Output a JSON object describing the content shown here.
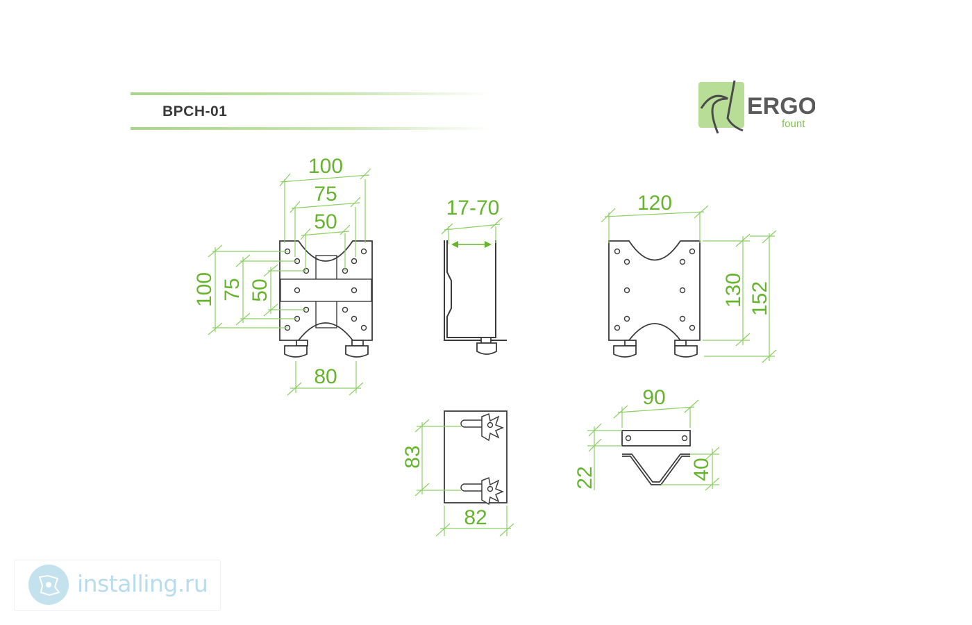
{
  "header": {
    "model_name": "BPCH-01"
  },
  "logo": {
    "brand": "ERGO",
    "sub": "fount"
  },
  "dimensions": {
    "front_width_outer": "100",
    "front_width_middle": "75",
    "front_width_inner": "50",
    "front_height_outer": "100",
    "front_height_middle": "75",
    "front_height_inner": "50",
    "front_feet": "80",
    "side_range": "17-70",
    "back_width": "120",
    "back_height": "130",
    "back_total_height": "152",
    "plate_height": "83",
    "plate_width": "82",
    "bracket_width": "90",
    "bracket_depth": "22",
    "bracket_height": "40"
  },
  "watermark": {
    "text": "installing.ru"
  },
  "colors": {
    "accent_green": "#66b32e",
    "line_green": "#8ccf63",
    "ink": "#3a3a3a",
    "watermark_blue": "#b9dced"
  }
}
